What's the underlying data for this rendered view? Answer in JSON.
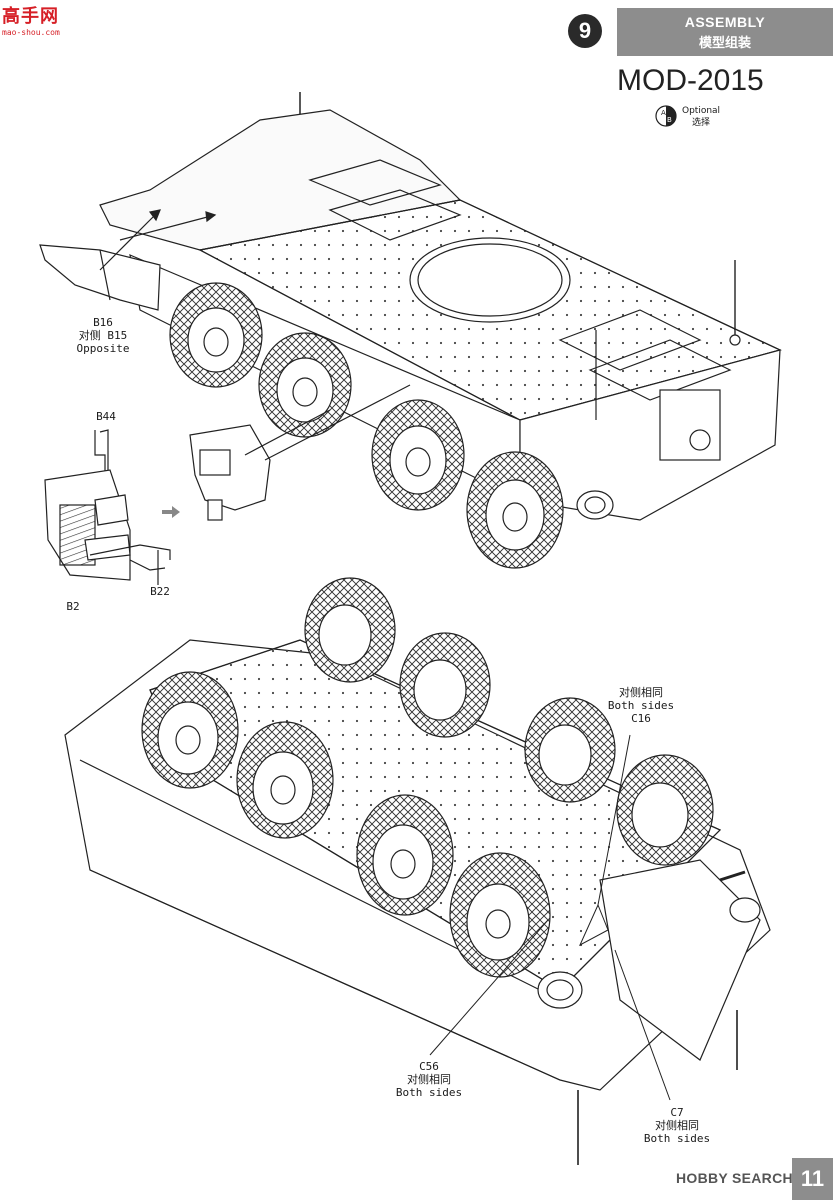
{
  "watermark": {
    "logo_text": "高手网",
    "logo_url": "mao-shou.com",
    "bottom_brand": "HOBBY SEARCH"
  },
  "header": {
    "step_number": "9",
    "title_en": "ASSEMBLY",
    "title_zh": "模型组装",
    "model": "MOD-2015",
    "optional_en": "Optional",
    "optional_zh": "选择"
  },
  "callouts": {
    "b16": {
      "part": "B16",
      "line2": "对侧 B15",
      "line3": "Opposite"
    },
    "b44": "B44",
    "b2": "B2",
    "b22": "B22",
    "c16": {
      "line1": "对侧相同",
      "line2": "Both sides",
      "line3": "C16"
    },
    "c56": {
      "part": "C56",
      "line2": "对侧相同",
      "line3": "Both sides"
    },
    "c7": {
      "part": "C7",
      "line2": "对侧相同",
      "line3": "Both sides"
    }
  },
  "page_number": "11"
}
